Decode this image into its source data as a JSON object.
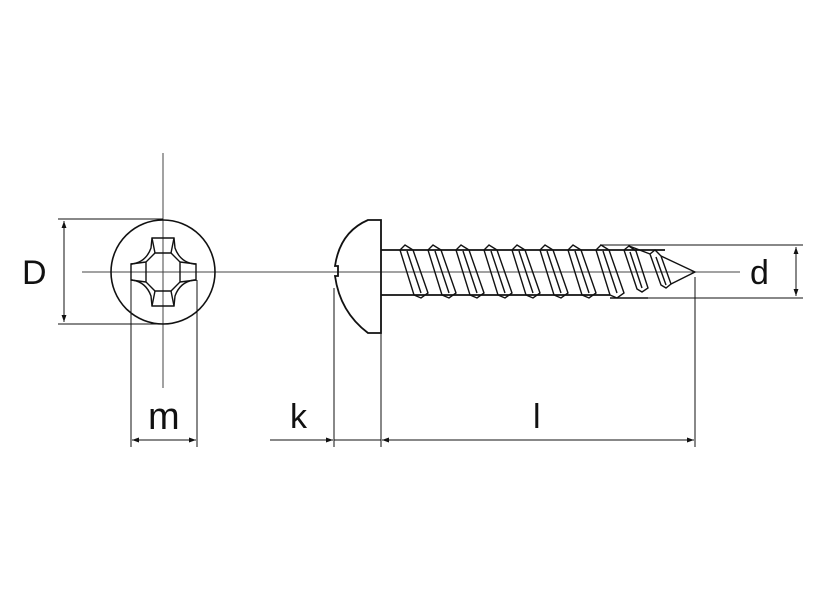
{
  "diagram": {
    "title": "Pan head Phillips tapping screw dimension drawing",
    "colors": {
      "stroke": "#111111",
      "centerline": "#444444",
      "background": "#ffffff"
    },
    "labels": {
      "head_diameter": "D",
      "recess_width": "m",
      "head_height": "k",
      "length": "l",
      "thread_diameter": "d"
    },
    "views": {
      "end_view": "head-top-view-phillips-recess",
      "side_view": "screw-side-view"
    }
  }
}
